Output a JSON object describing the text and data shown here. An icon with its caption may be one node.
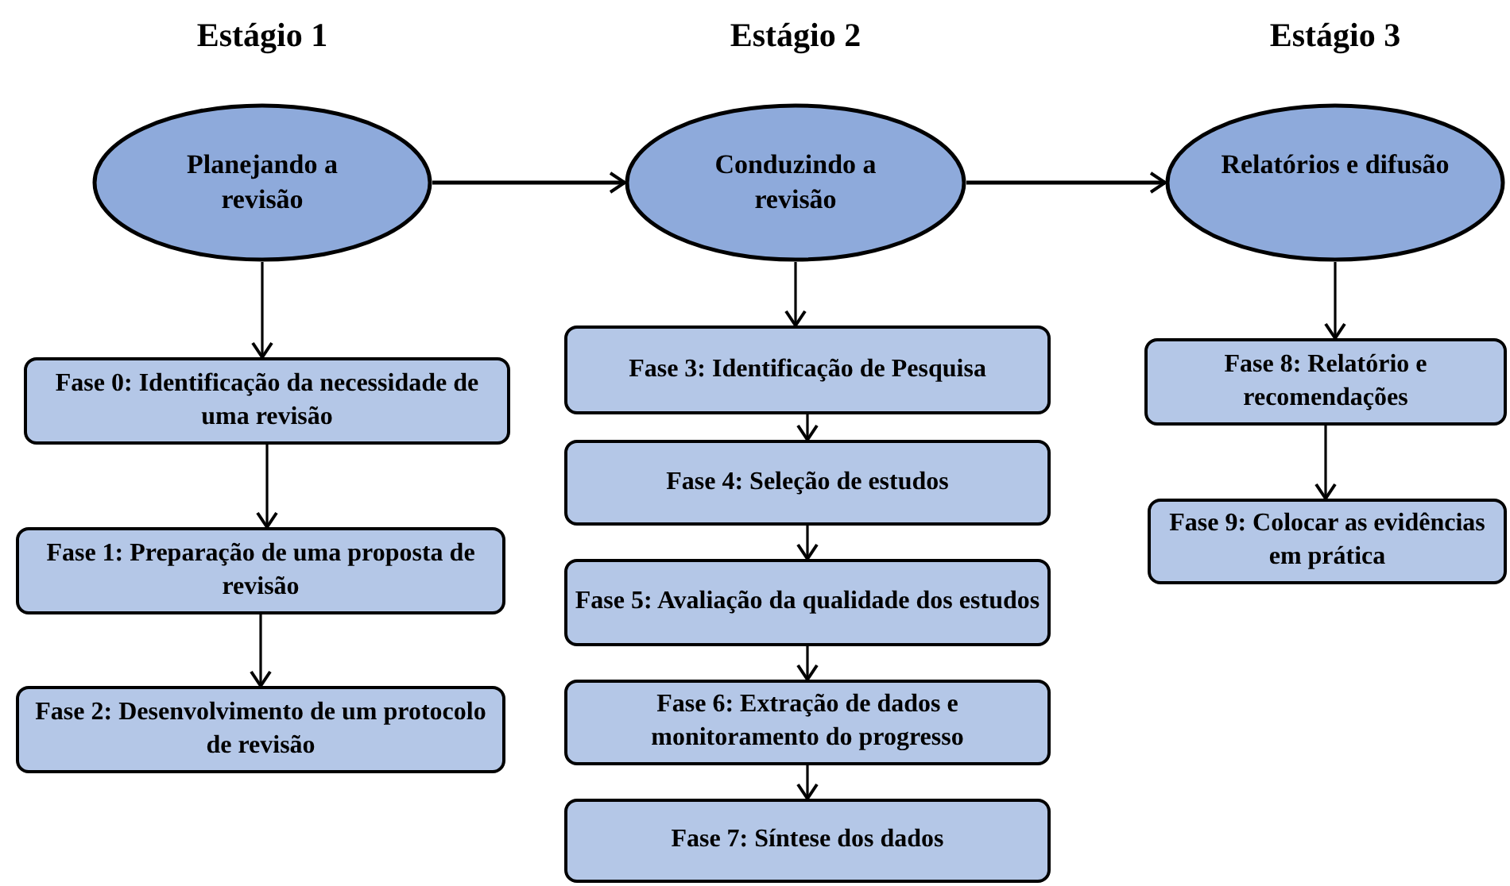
{
  "diagram": {
    "nodes": [
      {
        "text": [
          "Estágio 1",
          "Planejando a revisão"
        ]
      },
      {
        "text": [
          "Fase 0: Identificação da necessidade de uma revisão"
        ]
      },
      {
        "text": [
          "Fase 1: Preparação de uma proposta de revisão"
        ]
      },
      {
        "text": [
          "Fase 2: Desenvolvimento de um protocolo de revisão"
        ]
      },
      {
        "text": [
          "Estágio 2",
          "Conduzindo a revisão"
        ]
      },
      {
        "text": [
          "Fase 3: Identificação de Pesquisa"
        ]
      },
      {
        "text": [
          "Fase 4: Seleção de estudos"
        ]
      },
      {
        "text": [
          "Fase 5: Avaliação da qualidade dos estudos"
        ]
      },
      {
        "text": [
          "Fase 6: Extração de dados e monitoramento do progresso"
        ]
      },
      {
        "text": [
          "Fase 7: Síntese dos dados"
        ]
      },
      {
        "text": [
          "Estágio 3",
          "Relatórios e difusão"
        ]
      },
      {
        "text": [
          "Fase 8: Relatório e recomendações"
        ]
      },
      {
        "text": [
          "Fase 9: Colocar as evidências em prática"
        ]
      }
    ],
    "edges": [
      {
        "from": 0,
        "to": 4,
        "arrow": "to"
      },
      {
        "from": 4,
        "to": 10,
        "arrow": "to"
      },
      {
        "from": 0,
        "to": 1,
        "arrow": "to"
      },
      {
        "from": 1,
        "to": 2,
        "arrow": "to"
      },
      {
        "from": 2,
        "to": 3,
        "arrow": "to"
      },
      {
        "from": 4,
        "to": 5,
        "arrow": "to"
      },
      {
        "from": 5,
        "to": 6,
        "arrow": "to"
      },
      {
        "from": 6,
        "to": 7,
        "arrow": "to"
      },
      {
        "from": 7,
        "to": 8,
        "arrow": "to"
      },
      {
        "from": 8,
        "to": 9,
        "arrow": "to"
      },
      {
        "from": 10,
        "to": 11,
        "arrow": "to"
      },
      {
        "from": 11,
        "to": 12,
        "arrow": "to"
      }
    ]
  }
}
